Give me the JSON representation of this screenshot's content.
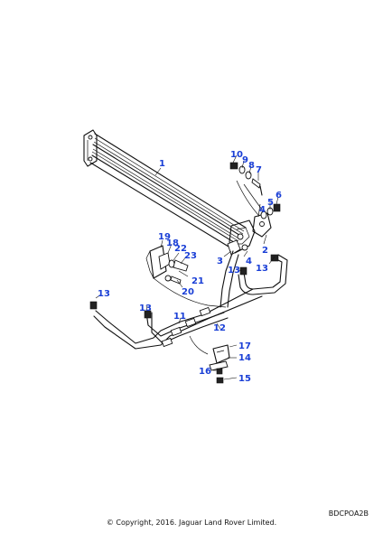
{
  "diagram": {
    "callouts": {
      "c1": "1",
      "c2": "2",
      "c3": "3",
      "c4a": "4",
      "c4b": "4",
      "c5": "5",
      "c6": "6",
      "c7": "7",
      "c8": "8",
      "c9": "9",
      "c10": "10",
      "c11": "11",
      "c12": "12",
      "c13a": "13",
      "c13b": "13",
      "c13c": "13",
      "c13d": "13",
      "c14": "14",
      "c15": "15",
      "c16": "16",
      "c17": "17",
      "c18": "18",
      "c19": "19",
      "c20": "20",
      "c21": "21",
      "c22": "22",
      "c23": "23"
    },
    "callout_color": "#1a3fd6"
  },
  "footer": {
    "ref_code": "BDCPOA2B",
    "copyright": "© Copyright, 2016. Jaguar Land Rover Limited."
  }
}
